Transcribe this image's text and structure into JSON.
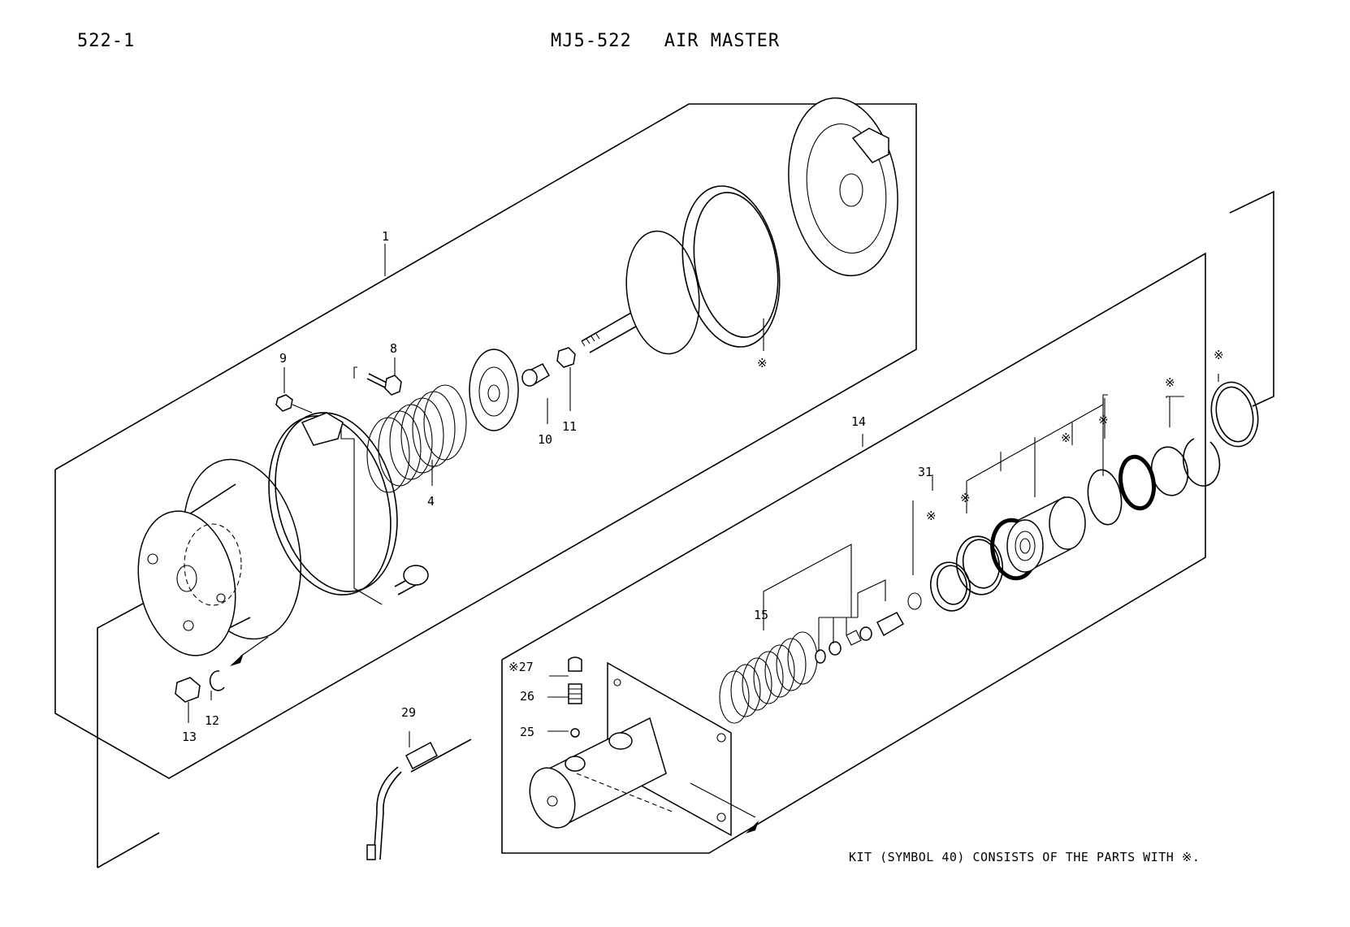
{
  "header": {
    "page_code": "522-1",
    "model": "MJ5-522",
    "title": "AIR MASTER"
  },
  "callouts": {
    "c1": "1",
    "c4": "4",
    "c8": "8",
    "c9": "9",
    "c10": "10",
    "c11": "11",
    "c12": "12",
    "c13": "13",
    "c14": "14",
    "c15": "15",
    "c25": "25",
    "c26": "26",
    "c27": "※27",
    "c29": "29",
    "c31": "31"
  },
  "kit_mark": "※",
  "footnote": "KIT (SYMBOL 40)  CONSISTS  OF  THE  PARTS  WITH ※."
}
